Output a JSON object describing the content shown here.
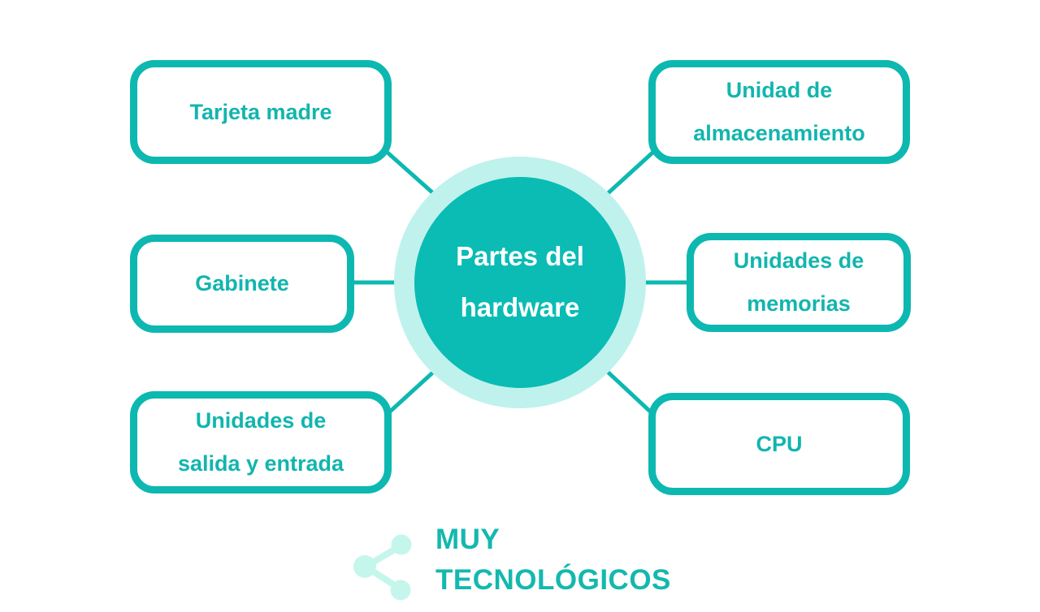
{
  "diagram": {
    "center": {
      "label": "Partes del\nhardware"
    },
    "nodes": [
      {
        "id": "tarjeta-madre",
        "label": "Tarjeta madre"
      },
      {
        "id": "unidad-almacenamiento",
        "label": "Unidad de\nalmacenamiento"
      },
      {
        "id": "gabinete",
        "label": "Gabinete"
      },
      {
        "id": "unidades-memorias",
        "label": "Unidades de\nmemorias"
      },
      {
        "id": "unidades-salida-entrada",
        "label": "Unidades de\nsalida y entrada"
      },
      {
        "id": "cpu",
        "label": "CPU"
      }
    ]
  },
  "branding": {
    "logo_line1": "MUY",
    "logo_line2": "TECNOLÓGICOS",
    "logo_icon": "share-icon"
  },
  "colors": {
    "teal": "#0db8b1",
    "circle_fill": "#0abcb4",
    "halo": "#bff2ed",
    "logo_icon_mint": "#c5f6ec",
    "center_text": "#ffffff",
    "node_text": "#12b5ae",
    "background": "#ffffff"
  }
}
